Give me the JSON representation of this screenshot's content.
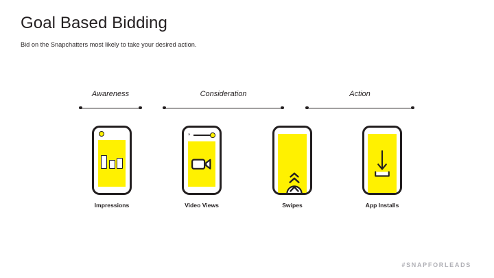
{
  "slide": {
    "title": "Goal Based Bidding",
    "subtitle": "Bid on the Snapchatters most likely to take your desired action.",
    "footer_hashtag": "#SNAPFORLEADS",
    "colors": {
      "background": "#ffffff",
      "ink": "#231f20",
      "accent_yellow": "#fff100",
      "footer_gray": "#b0b0b6"
    }
  },
  "stages": [
    {
      "label": "Awareness"
    },
    {
      "label": "Consideration"
    },
    {
      "label": "Action"
    }
  ],
  "goals": [
    {
      "caption": "Impressions",
      "icon": "bar-chart-icon",
      "stage": "Awareness"
    },
    {
      "caption": "Video Views",
      "icon": "video-camera-icon",
      "stage": "Consideration",
      "close_glyph": "×"
    },
    {
      "caption": "Swipes",
      "icon": "swipe-up-icon",
      "stage": "Consideration"
    },
    {
      "caption": "App Installs",
      "icon": "download-icon",
      "stage": "Action"
    }
  ]
}
